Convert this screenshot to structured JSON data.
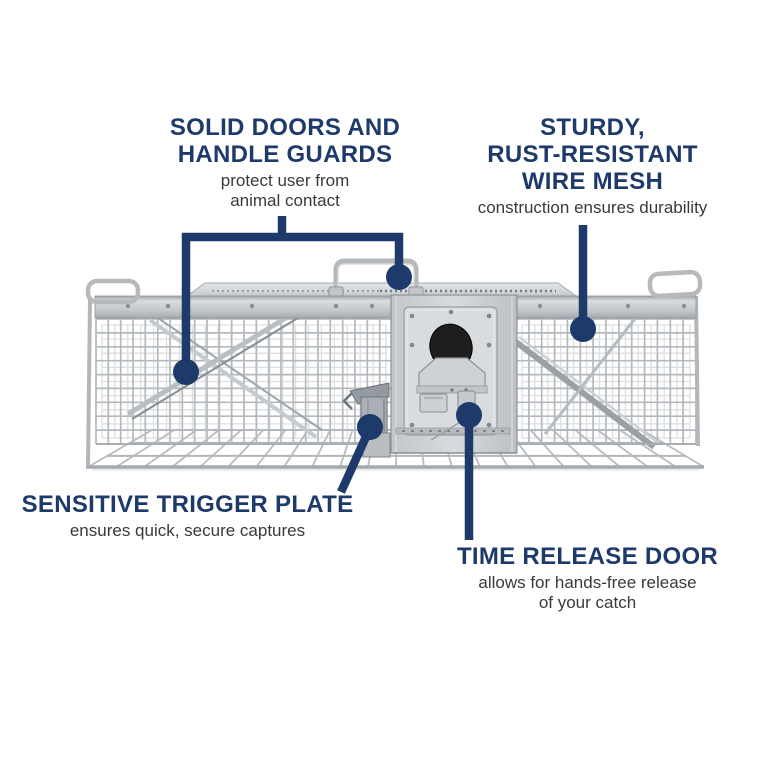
{
  "background": "#ffffff",
  "colors": {
    "accent_navy": "#1e3a6a",
    "title_text": "#1e3a6a",
    "body_text": "#3a3a3a",
    "cage_metal_light": "#d8dbdd",
    "cage_metal_mid": "#b4b9bd",
    "cage_metal_dark": "#8d9399",
    "door_hole": "#1e1e1e"
  },
  "figure": {
    "name": "two-door galvanized wire cage live animal trap"
  },
  "callouts": [
    {
      "id": "solid-doors-handle-guards",
      "title_lines": [
        "SOLID DOORS AND",
        "HANDLE GUARDS"
      ],
      "desc_lines": [
        "protect user from",
        "animal contact"
      ]
    },
    {
      "id": "wire-mesh",
      "title_lines": [
        "STURDY,",
        "RUST-RESISTANT",
        "WIRE MESH"
      ],
      "desc_lines": [
        "construction ensures durability"
      ]
    },
    {
      "id": "trigger-plate",
      "title_lines": [
        "SENSITIVE TRIGGER PLATE"
      ],
      "desc_lines": [
        "ensures quick, secure captures"
      ]
    },
    {
      "id": "time-release-door",
      "title_lines": [
        "TIME RELEASE DOOR"
      ],
      "desc_lines": [
        "allows for hands-free release",
        "of your catch"
      ]
    }
  ]
}
